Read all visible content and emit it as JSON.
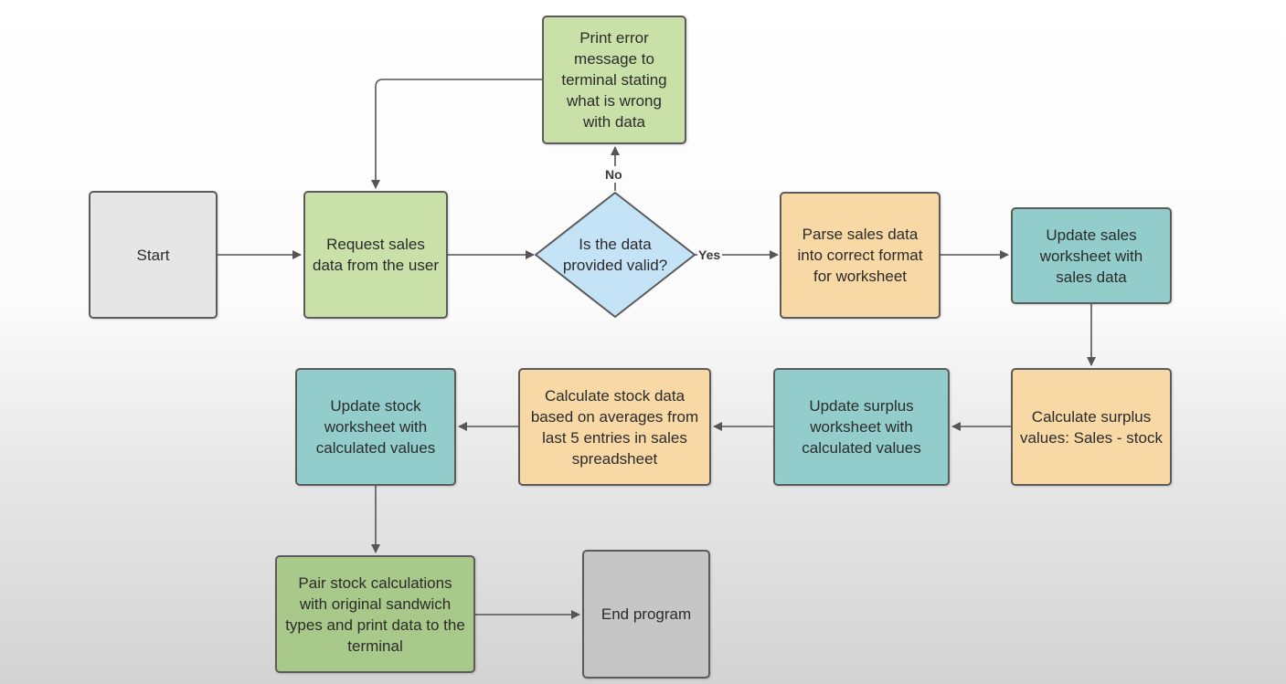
{
  "nodes": {
    "start": "Start",
    "request": "Request sales data from the user",
    "decision": "Is the data provided valid?",
    "error": "Print error message to terminal stating what is wrong with data",
    "parse": "Parse sales data into correct format for worksheet",
    "update_sales": "Update sales worksheet with sales data",
    "calc_surplus": "Calculate surplus values: Sales - stock",
    "update_surplus": "Update surplus worksheet with calculated values",
    "calc_stock": "Calculate stock data based on averages from last 5 entries in sales spreadsheet",
    "update_stock": "Update stock worksheet with calculated values",
    "pair": "Pair stock calculations with original sandwich types and print data to the terminal",
    "end": "End program"
  },
  "edge_labels": {
    "no": "No",
    "yes": "Yes"
  },
  "colors": {
    "green": "#c9e0a8",
    "light_gray": "#e6e6e6",
    "dark_gray": "#c6c6c6",
    "orange": "#f8d8a4",
    "teal": "#92cdcc",
    "olive": "#a9c98a",
    "diamond_blue": "#c5e3f6",
    "stroke": "#5b5b5b"
  }
}
